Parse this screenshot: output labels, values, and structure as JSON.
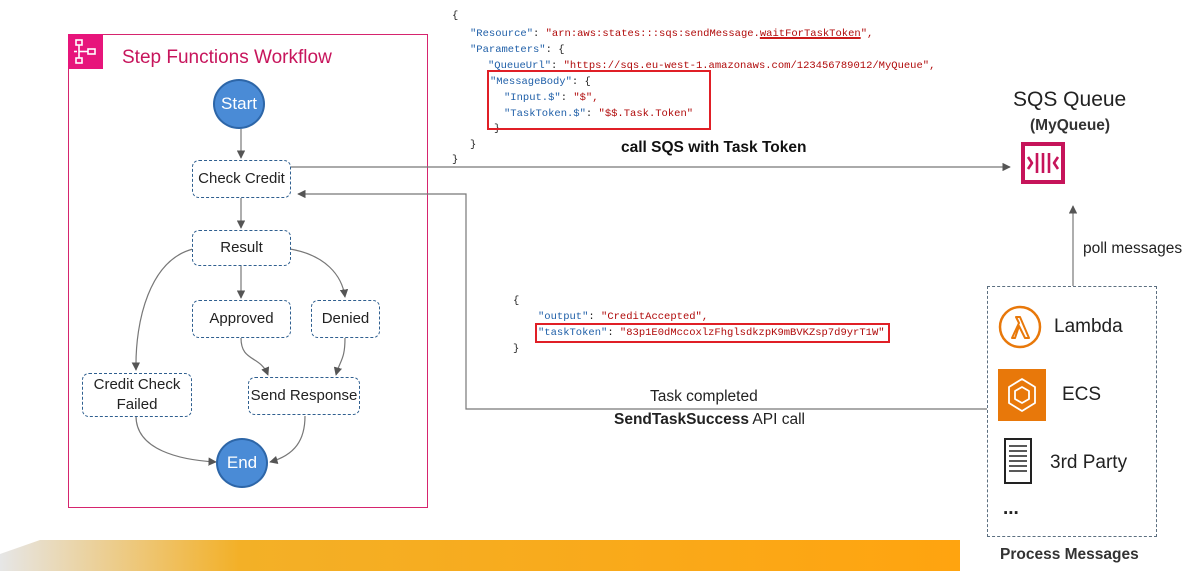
{
  "workflow": {
    "title": "Step Functions Workflow",
    "nodes": {
      "start": "Start",
      "check_credit": "Check Credit",
      "result": "Result",
      "approved": "Approved",
      "denied": "Denied",
      "credit_check_failed": "Credit Check Failed",
      "send_response": "Send Response",
      "end": "End"
    }
  },
  "code_top": {
    "open_brace": "{",
    "resource_key": "\"Resource\"",
    "resource_value_prefix": "\"arn:aws:states:::sqs:sendMessage.",
    "resource_value_highlight": "waitForTaskToken",
    "resource_value_suffix": "\",",
    "parameters_key": "\"Parameters\"",
    "parameters_open": ": {",
    "queue_url_key": "\"QueueUrl\"",
    "queue_url_value": "\"https://sqs.eu-west-1.amazonaws.com/123456789012/MyQueue\",",
    "message_body_key": "\"MessageBody\"",
    "message_body_open": ": {",
    "input_key": "\"Input.$\"",
    "input_value": "\"$\",",
    "task_token_key": "\"TaskToken.$\"",
    "task_token_value": "\"$$.Task.Token\"",
    "close_inner": "}",
    "close_params": "}",
    "close_outer": "}"
  },
  "code_bottom": {
    "open_brace": "{",
    "output_key": "\"output\"",
    "output_value": "\"CreditAccepted\",",
    "token_key": "\"taskToken\"",
    "token_value": "\"83p1E0dMccoxlzFhglsdkzpK9mBVKZsp7d9yrT1W\"",
    "close_brace": "}"
  },
  "labels": {
    "call_sqs": "call SQS with Task Token",
    "task_completed": "Task completed",
    "send_task_success_bold": "SendTaskSuccess",
    "send_task_success_rest": " API call",
    "poll_messages": "poll messages"
  },
  "sqs": {
    "title": "SQS Queue",
    "subtitle": "(MyQueue)"
  },
  "processors": {
    "lambda": "Lambda",
    "ecs": "ECS",
    "third_party": "3rd Party",
    "more": "...",
    "caption": "Process Messages"
  },
  "colors": {
    "step_functions_pink": "#e7157b",
    "sqs_magenta": "#c6145a",
    "lambda_orange": "#e8780a",
    "ecs_orange": "#e8780a",
    "node_blue": "#4a8bd6",
    "highlight_red": "#e01f26"
  }
}
